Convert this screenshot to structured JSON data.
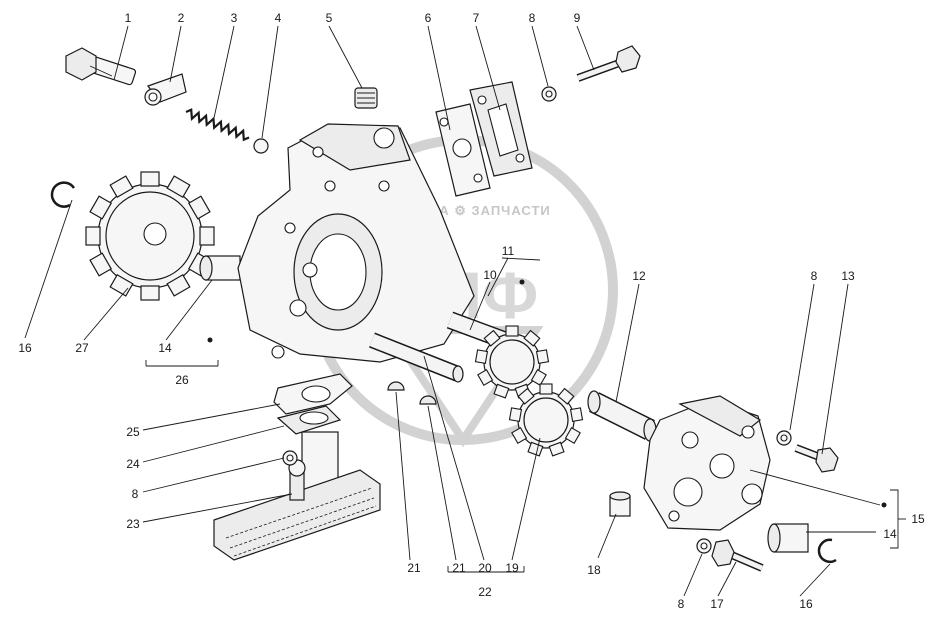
{
  "watermark": {
    "line": "ТЕХНИКА ⚙ ЗАПЧАСТИ",
    "logo": "ЭПФ"
  },
  "callouts": [
    {
      "id": "c1",
      "text": "1"
    },
    {
      "id": "c2",
      "text": "2"
    },
    {
      "id": "c3",
      "text": "3"
    },
    {
      "id": "c4",
      "text": "4"
    },
    {
      "id": "c5",
      "text": "5"
    },
    {
      "id": "c6",
      "text": "6"
    },
    {
      "id": "c7",
      "text": "7"
    },
    {
      "id": "c8a",
      "text": "8"
    },
    {
      "id": "c9",
      "text": "9"
    },
    {
      "id": "c11",
      "text": "11"
    },
    {
      "id": "c10",
      "text": "10"
    },
    {
      "id": "c12",
      "text": "12"
    },
    {
      "id": "c8b",
      "text": "8"
    },
    {
      "id": "c13",
      "text": "13"
    },
    {
      "id": "c16a",
      "text": "16"
    },
    {
      "id": "c27",
      "text": "27"
    },
    {
      "id": "c14a",
      "text": "14"
    },
    {
      "id": "c26",
      "text": "26"
    },
    {
      "id": "c25",
      "text": "25"
    },
    {
      "id": "c24",
      "text": "24"
    },
    {
      "id": "c8c",
      "text": "8"
    },
    {
      "id": "c23",
      "text": "23"
    },
    {
      "id": "c21a",
      "text": "21"
    },
    {
      "id": "c21b",
      "text": "21"
    },
    {
      "id": "c20",
      "text": "20"
    },
    {
      "id": "c19",
      "text": "19"
    },
    {
      "id": "c22",
      "text": "22"
    },
    {
      "id": "c18",
      "text": "18"
    },
    {
      "id": "c8d",
      "text": "8"
    },
    {
      "id": "c17",
      "text": "17"
    },
    {
      "id": "c16b",
      "text": "16"
    },
    {
      "id": "c14b",
      "text": "14"
    },
    {
      "id": "c15",
      "text": "15"
    }
  ]
}
